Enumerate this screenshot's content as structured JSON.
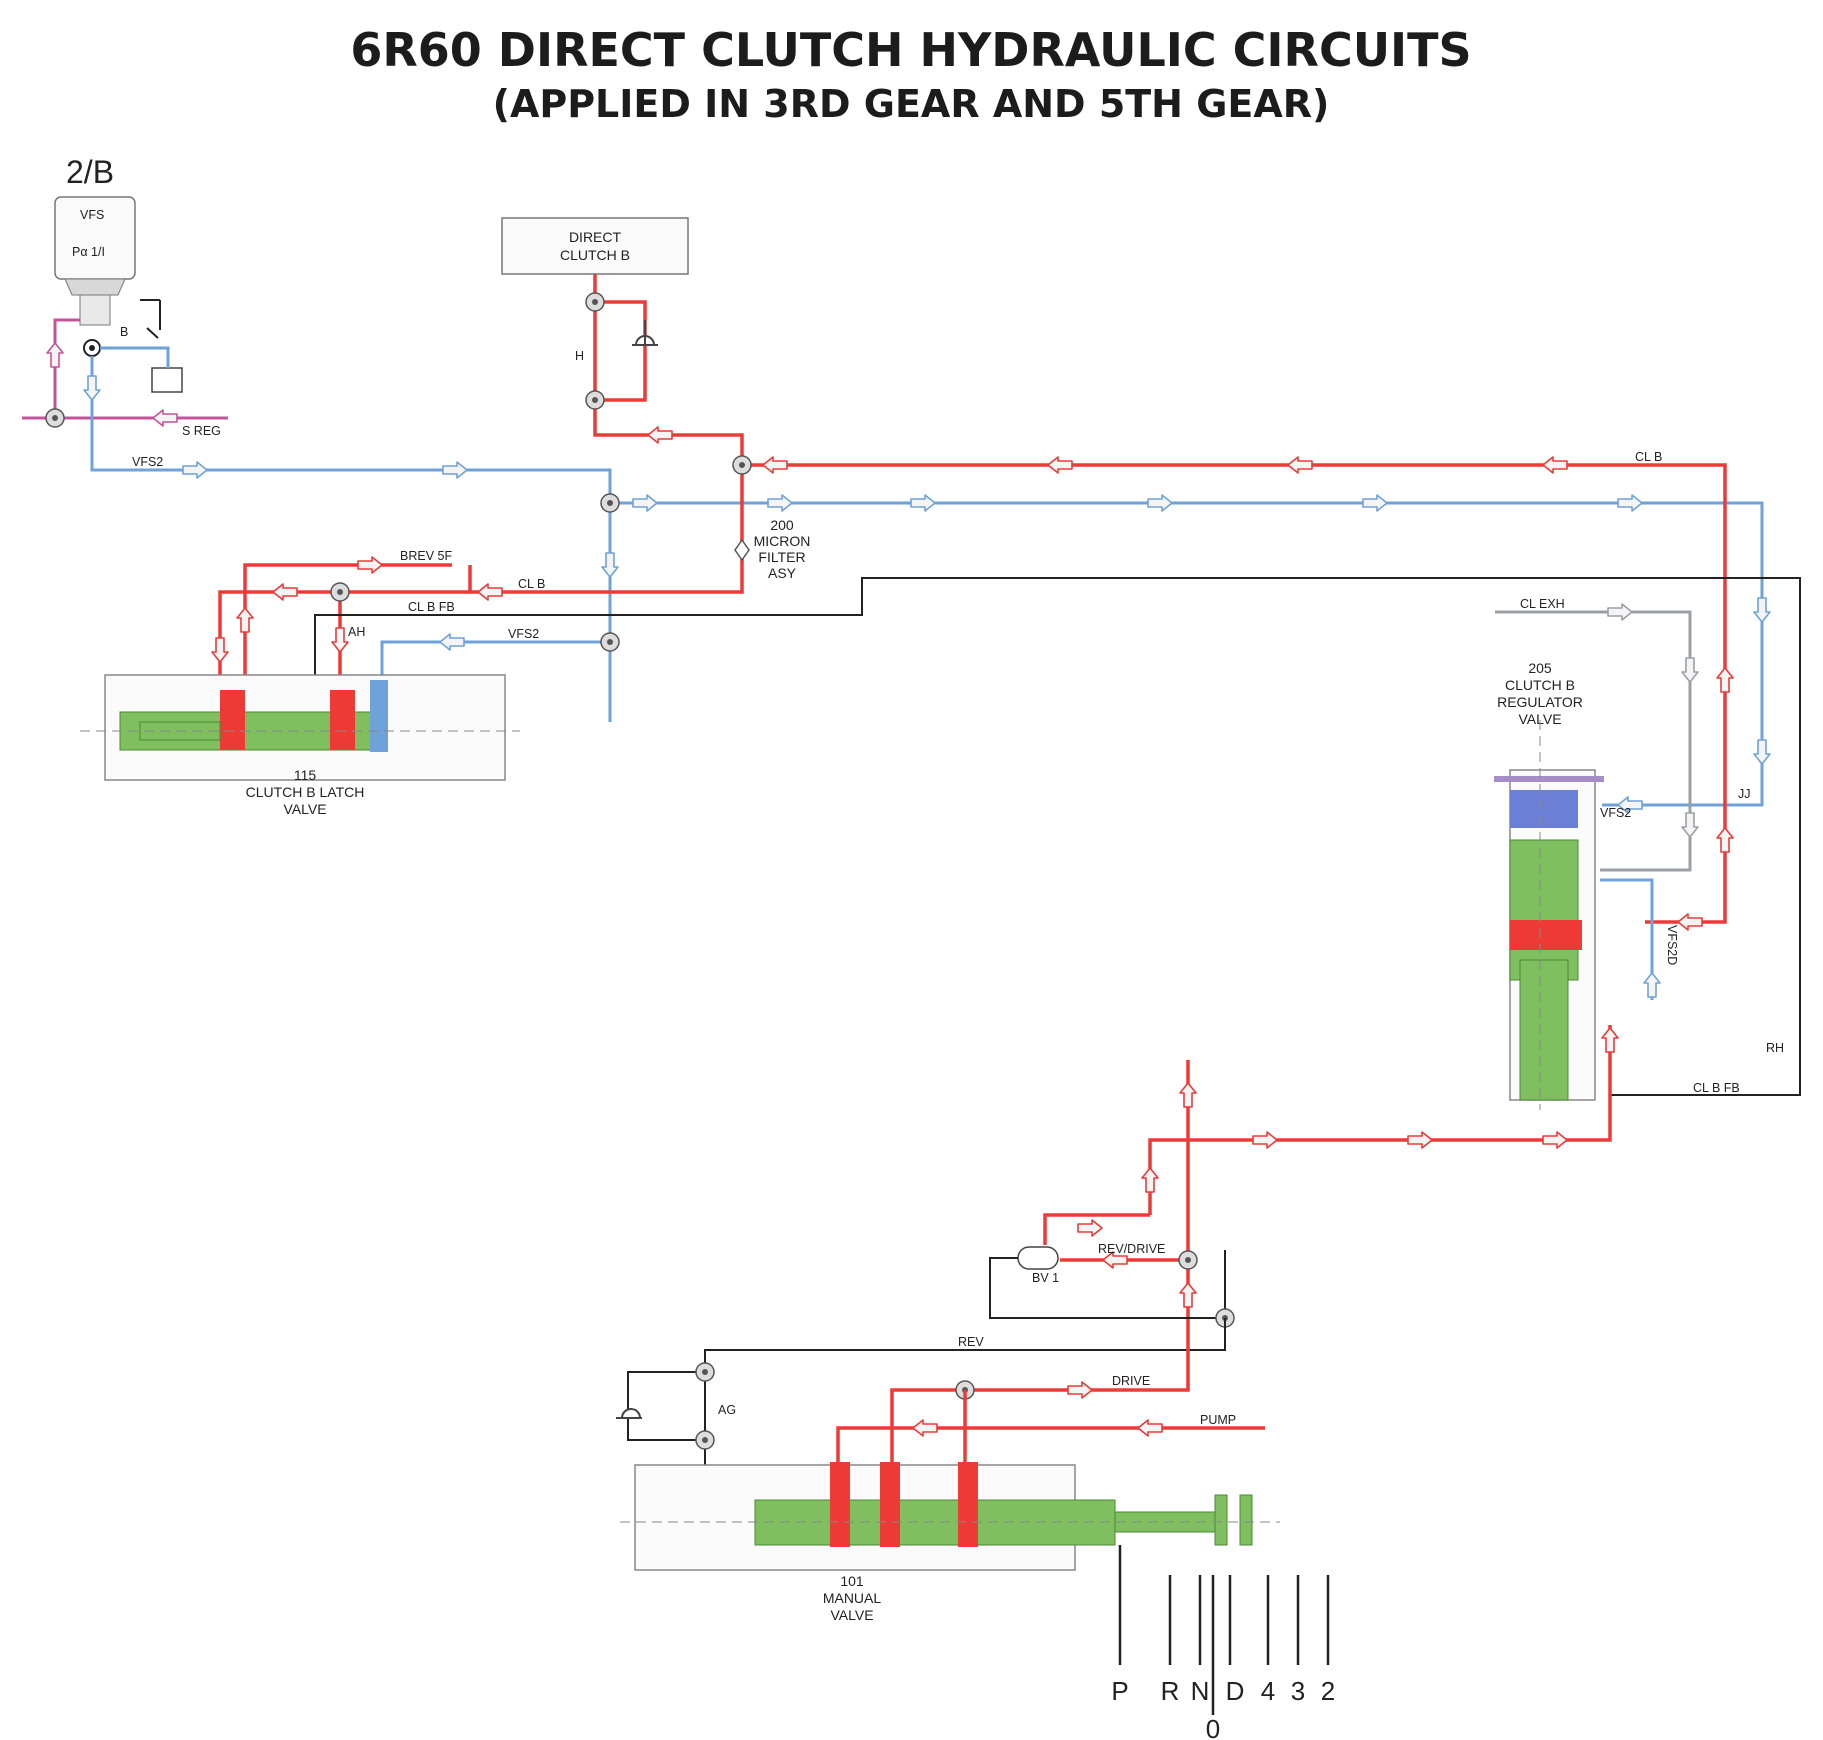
{
  "title": {
    "line1": "6R60 DIRECT CLUTCH HYDRAULIC CIRCUITS",
    "line2": "(APPLIED IN 3RD GEAR AND 5TH GEAR)"
  },
  "solenoid": {
    "tag": "2/B",
    "line1": "VFS",
    "line2": "Pα 1/I",
    "b_label": "B"
  },
  "components": {
    "direct_clutch": {
      "line1": "DIRECT",
      "line2": "CLUTCH B"
    },
    "filter": {
      "line1": "200",
      "line2": "MICRON",
      "line3": "FILTER",
      "line4": "ASY"
    },
    "latch_valve": {
      "line1": "115",
      "line2": "CLUTCH B LATCH",
      "line3": "VALVE"
    },
    "regulator_valve": {
      "line1": "205",
      "line2": "CLUTCH B",
      "line3": "REGULATOR",
      "line4": "VALVE"
    },
    "manual_valve": {
      "line1": "101",
      "line2": "MANUAL",
      "line3": "VALVE"
    },
    "ball_valve": "BV 1"
  },
  "circuit_labels": {
    "s_reg": "S REG",
    "vfs2_top": "VFS2",
    "cl_b_right": "CL B",
    "h": "H",
    "brev_5f": "BREV 5F",
    "cl_b_left": "CL B",
    "cl_b_fb_left": "CL B FB",
    "ah": "AH",
    "vfs2_latch": "VFS2",
    "cl_exh": "CL EXH",
    "vfs2_reg": "VFS2",
    "jj": "JJ",
    "vfs2d": "VFS2D",
    "rh": "RH",
    "cl_b_fb_right": "CL B FB",
    "rev_drive": "REV/DRIVE",
    "rev": "REV",
    "drive": "DRIVE",
    "ag": "AG",
    "pump": "PUMP"
  },
  "selector": {
    "positions": [
      "P",
      "R",
      "N",
      "D",
      "4",
      "3",
      "2"
    ],
    "zero": "0"
  },
  "colors": {
    "applied_pressure": "#ee3a36",
    "vfs2_signal": "#6ea2d8",
    "exhaust_feedback": "#222222",
    "supply_reg": "#c2549a",
    "spool": "#7fbf5f",
    "vfs_land": "#6b7fd6"
  }
}
